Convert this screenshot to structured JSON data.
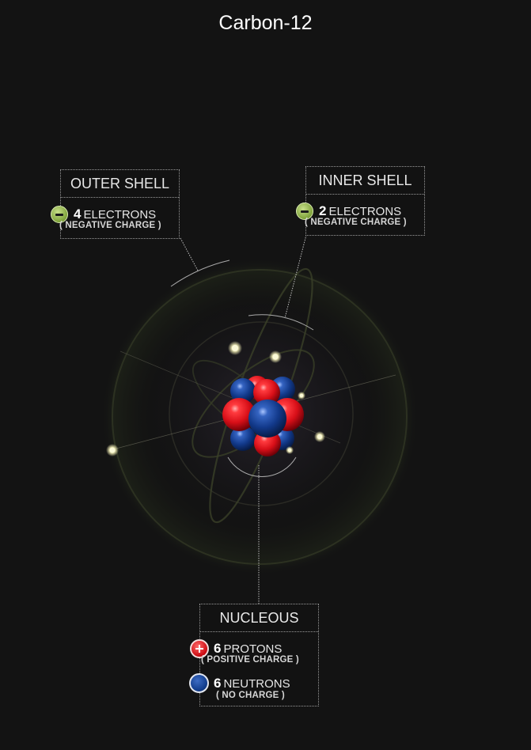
{
  "title": "Carbon-12",
  "outer_shell": {
    "heading": "OUTER SHELL",
    "count": "4",
    "particle": "ELECTRONS",
    "charge": "( NEGATIVE CHARGE )"
  },
  "inner_shell": {
    "heading": "INNER SHELL",
    "count": "2",
    "particle": "ELECTRONS",
    "charge": "( NEGATIVE CHARGE )"
  },
  "nucleus": {
    "heading": "NUCLEOUS",
    "protons": {
      "count": "6",
      "particle": "PROTONS",
      "charge": "( POSITIVE CHARGE )"
    },
    "neutrons": {
      "count": "6",
      "particle": "NEUTRONS",
      "charge": "( NO CHARGE )"
    }
  },
  "colors": {
    "background": "#131313",
    "electron": "#f4f3c8",
    "proton": "#e0141c",
    "neutron": "#13408f",
    "badge_electron": "#8db04a"
  },
  "icons": [
    "electron-icon",
    "proton-icon",
    "neutron-icon"
  ]
}
